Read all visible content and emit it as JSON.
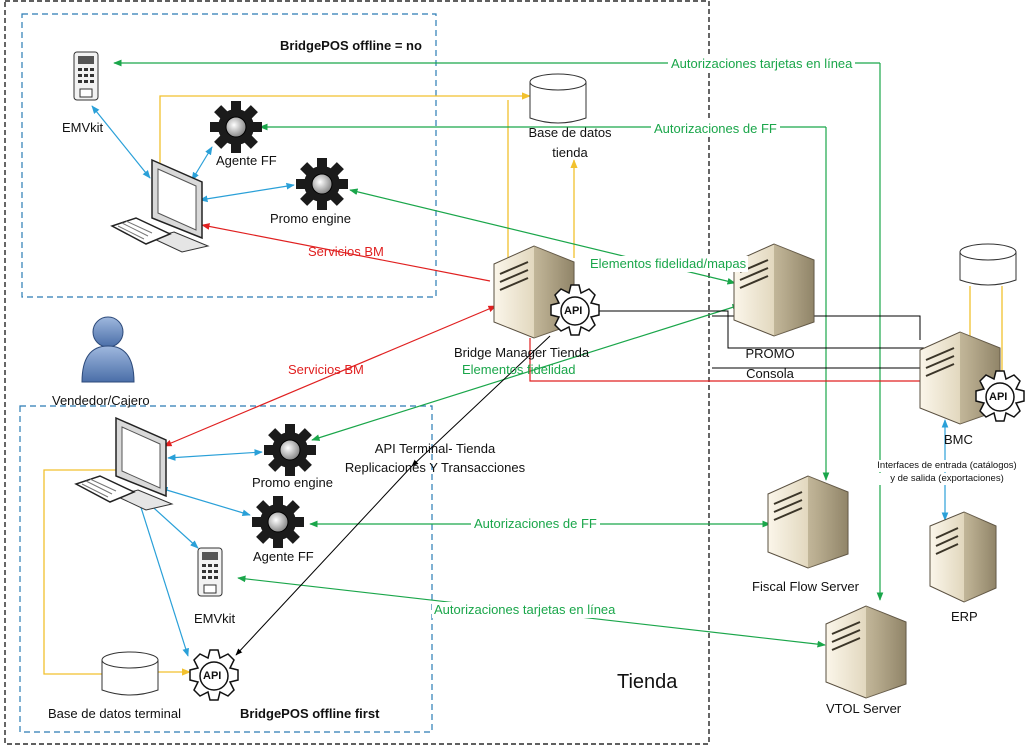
{
  "labels": {
    "offline_no": "BridgePOS offline = no",
    "emvkit_top": "EMVkit",
    "agente_ff_top": "Agente FF",
    "promo_engine_top": "Promo engine",
    "servicios_bm_1": "Servicios BM",
    "servicios_bm_2": "Servicios BM",
    "vendedor": "Vendedor/Cajero",
    "auth_tarjetas_top": "Autorizaciones tarjetas en línea",
    "auth_ff_top": "Autorizaciones de FF",
    "base_datos_tienda_1": "Base de datos",
    "base_datos_tienda_2": "tienda",
    "elementos_fidelidad_mapas": "Elementos fidelidad/mapas",
    "bridge_manager": "Bridge Manager Tienda",
    "elementos_fidelidad": "Elementos fidelidad",
    "promo_1": "PROMO",
    "promo_2": "Consola",
    "bmc": "BMC",
    "interfaces_1": "Interfaces de entrada (catálogos)",
    "interfaces_2": "y de salida (exportaciones)",
    "erp": "ERP",
    "api_terminal_1": "API Terminal- Tienda",
    "api_terminal_2": "Replicaciones Y Transacciones",
    "promo_engine_bottom": "Promo engine",
    "agente_ff_bottom": "Agente FF",
    "auth_ff_bottom": "Autorizaciones de FF",
    "fiscal_flow": "Fiscal Flow Server",
    "emvkit_bottom": "EMVkit",
    "auth_tarjetas_bottom": "Autorizaciones tarjetas en línea",
    "base_datos_terminal": "Base de datos terminal",
    "offline_first": "BridgePOS offline first",
    "vtol": "VTOL Server",
    "tienda": "Tienda",
    "api": "API"
  },
  "colors": {
    "green": "#1aa64a",
    "red": "#e02020",
    "blue": "#2aa0d8",
    "yellow": "#f2c12e",
    "black": "#000000",
    "dashed_box": "#2a7bb5"
  },
  "icons": [
    "pos-terminal-icon",
    "card-reader-icon",
    "gear-icon",
    "database-icon",
    "server-icon",
    "api-gear-icon",
    "user-icon"
  ]
}
